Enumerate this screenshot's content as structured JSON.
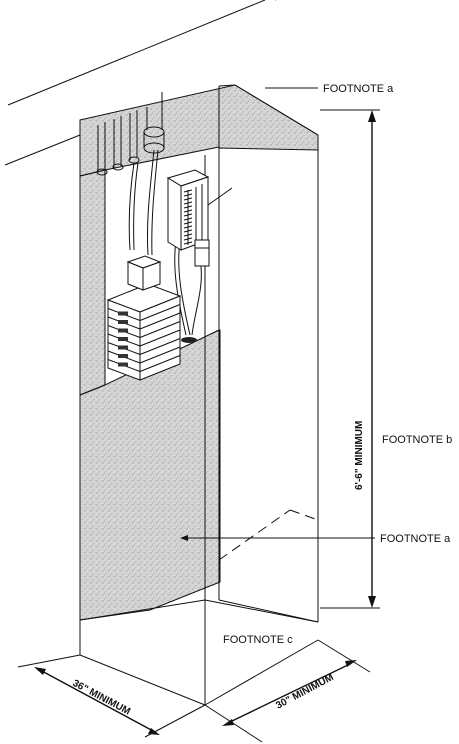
{
  "labels": {
    "footnote_a_top": "FOOTNOTE a",
    "footnote_b": "FOOTNOTE b",
    "footnote_a_mid": "FOOTNOTE a",
    "footnote_c": "FOOTNOTE c"
  },
  "dimensions": {
    "height": "6'-6\" MINIMUM",
    "width": "36\" MINIMUM",
    "depth": "30\" MINIMUM"
  }
}
